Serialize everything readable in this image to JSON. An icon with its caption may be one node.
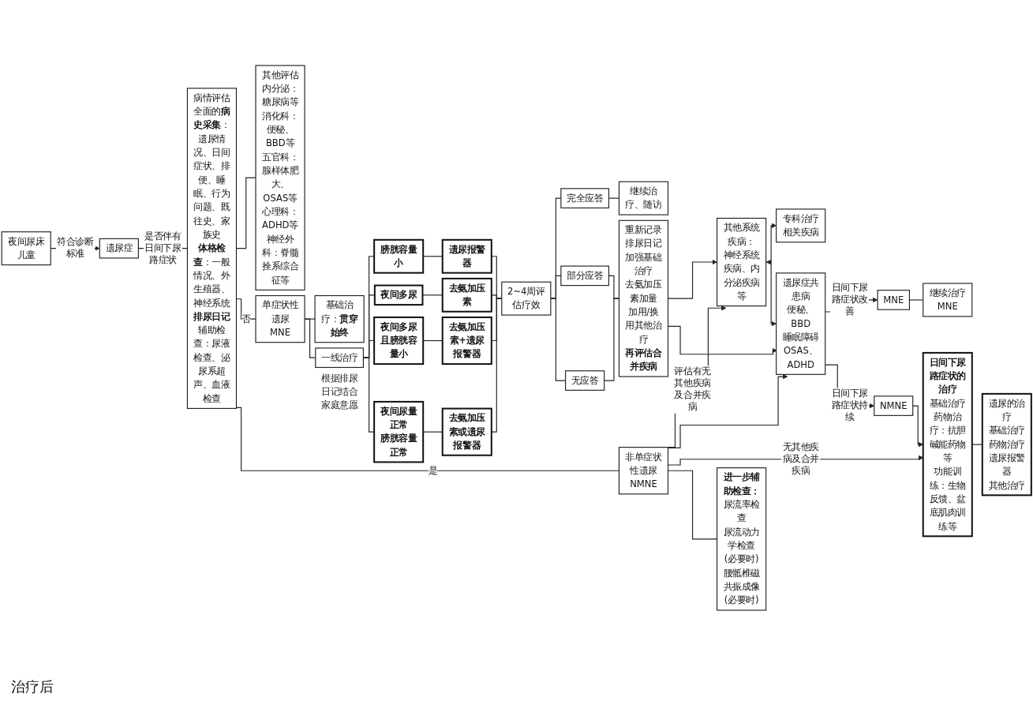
{
  "diagram": {
    "nodes": [
      {
        "text": [
          "夜间尿床儿童"
        ]
      },
      {
        "text": [
          "遗尿症"
        ]
      },
      {
        "text": [
          "病情评估",
          "全面的**病史采集**：遗尿情况、日间症状、排便、睡眠、行为问题、既往史、家族史",
          "**体格检查**：一般情况、外生殖器、神经系统",
          "排尿日记",
          "辅助检查：尿液检查、泌尿系超声、血液检查"
        ]
      },
      {
        "text": [
          "其他评估",
          "内分泌：糖尿病等",
          "消化科：便秘、BBD等",
          "五官科：腺样体肥大、OSAS等",
          "心理科：ADHD等",
          "神经外科：脊髓拴系综合征等"
        ]
      },
      {
        "text": [
          "基础治疗：**贯穿始终**"
        ]
      },
      {
        "text": [
          "单症状性遗尿MNE"
        ]
      },
      {
        "text": [
          "一线治疗"
        ],
        "beside": [
          "根据排尿日记结合家庭意愿"
        ]
      },
      {
        "text": [
          "膀胱容量小"
        ]
      },
      {
        "text": [
          "夜间多尿"
        ]
      },
      {
        "text": [
          "夜间多尿且膀胱容量小"
        ]
      },
      {
        "text": [
          "夜间尿量正常",
          "膀胱容量正常"
        ]
      },
      {
        "text": [
          "遗尿报警器"
        ]
      },
      {
        "text": [
          "去氨加压素"
        ]
      },
      {
        "text": [
          "去氨加压素+遗尿报警器"
        ]
      },
      {
        "text": [
          "去氨加压素或遗尿报警器"
        ]
      },
      {
        "text": [
          "2~4周评估疗效"
        ]
      },
      {
        "text": [
          "完全应答"
        ]
      },
      {
        "text": [
          "继续治疗、随访"
        ]
      },
      {
        "text": [
          "部分应答"
        ]
      },
      {
        "text": [
          "无应答"
        ]
      },
      {
        "text": [
          "重新记录排尿日记",
          "加强基础治疗",
          "去氨加压素加量",
          "加用/换用其他治疗",
          "再评估合并疾病"
        ]
      },
      {
        "text": [
          "其他系统疾病：",
          "神经系统疾病、内分泌疾病等"
        ]
      },
      {
        "text": [
          "专科治疗相关疾病"
        ]
      },
      {
        "text": [
          "遗尿症共患病",
          "便秘、BBD",
          "睡眠障碍",
          "OSAS、ADHD"
        ]
      },
      {
        "text": [
          "MNE"
        ]
      },
      {
        "text": [
          "继续治疗MNE"
        ]
      },
      {
        "text": [
          "非单症状性遗尿NMNE"
        ]
      },
      {
        "text": [
          "NMNE"
        ]
      },
      {
        "text": [
          "日间下尿路症状的治疗",
          "基础治疗",
          "药物治疗：抗胆碱能药物等",
          "功能训练：生物反馈、盆底肌肉训练等"
        ]
      },
      {
        "text": [
          "遗尿的治疗",
          "基础治疗",
          "药物治疗",
          "遗尿报警器",
          "其他治疗"
        ]
      },
      {
        "text": [
          "进一步辅助检查：",
          "尿流率检查",
          "尿流动力学检查(必要时)",
          "腰骶椎磁共振成像(必要时)"
        ]
      }
    ],
    "edges": [
      {
        "from": 0,
        "to": 1,
        "arrow": "to",
        "label": "符合诊断标准"
      },
      {
        "from": 1,
        "to": 2,
        "arrow": "none",
        "label": "是否伴有日间下尿路症状"
      },
      {
        "from": 2,
        "to": 3,
        "arrow": "none"
      },
      {
        "from": 2,
        "to": 5,
        "arrow": "none",
        "label": "否"
      },
      {
        "from": 2,
        "to": 26,
        "arrow": "none",
        "label": "是"
      },
      {
        "from": 5,
        "to": 4,
        "arrow": "none"
      },
      {
        "from": 5,
        "to": 6,
        "arrow": "none"
      },
      {
        "from": 6,
        "to": 7,
        "arrow": "none"
      },
      {
        "from": 6,
        "to": 8,
        "arrow": "none"
      },
      {
        "from": 6,
        "to": 9,
        "arrow": "none"
      },
      {
        "from": 6,
        "to": 10,
        "arrow": "none"
      },
      {
        "from": 7,
        "to": 11,
        "arrow": "none"
      },
      {
        "from": 8,
        "to": 12,
        "arrow": "none"
      },
      {
        "from": 9,
        "to": 13,
        "arrow": "none"
      },
      {
        "from": 10,
        "to": 14,
        "arrow": "none"
      },
      {
        "from": 11,
        "to": 15,
        "arrow": "none"
      },
      {
        "from": 12,
        "to": 15,
        "arrow": "none"
      },
      {
        "from": 13,
        "to": 15,
        "arrow": "none"
      },
      {
        "from": 14,
        "to": 15,
        "arrow": "none"
      },
      {
        "from": 15,
        "to": 16,
        "arrow": "none"
      },
      {
        "from": 15,
        "to": 18,
        "arrow": "none"
      },
      {
        "from": 15,
        "to": 19,
        "arrow": "none"
      },
      {
        "from": 16,
        "to": 17,
        "arrow": "none"
      },
      {
        "from": 18,
        "to": 20,
        "arrow": "none"
      },
      {
        "from": 19,
        "to": 20,
        "arrow": "none"
      },
      {
        "from": 20,
        "to": 21,
        "arrow": "to"
      },
      {
        "from": 20,
        "to": 23,
        "arrow": "to"
      },
      {
        "from": 21,
        "to": 23,
        "arrow": "both"
      },
      {
        "from": 21,
        "to": 22,
        "arrow": "to"
      },
      {
        "from": 26,
        "to": 21,
        "arrow": "to",
        "label": "评估有无其他疾病及合并疾病"
      },
      {
        "from": 26,
        "to": 23,
        "arrow": "to"
      },
      {
        "from": 26,
        "to": 28,
        "arrow": "to",
        "label": "无其他疾病及合并疾病"
      },
      {
        "from": 26,
        "to": 30,
        "arrow": "none"
      },
      {
        "from": 23,
        "to": 24,
        "arrow": "to",
        "label": "日间下尿路症状改善"
      },
      {
        "from": 23,
        "to": 27,
        "arrow": "to",
        "label": "日间下尿路症状持续"
      },
      {
        "from": 24,
        "to": 25,
        "arrow": "none"
      },
      {
        "from": 27,
        "to": 28,
        "arrow": "to"
      },
      {
        "from": 28,
        "to": 29,
        "arrow": "none"
      }
    ],
    "labels": [
      "治疗后"
    ]
  }
}
